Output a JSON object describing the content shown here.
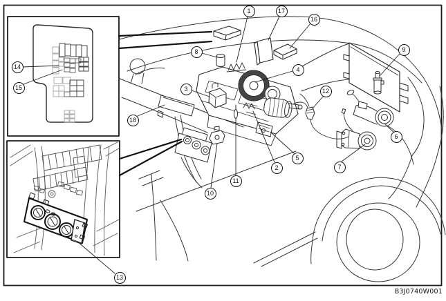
{
  "figure": {
    "code": "B3J0740W001"
  },
  "callouts": [
    {
      "label": "1"
    },
    {
      "label": "2"
    },
    {
      "label": "3"
    },
    {
      "label": "4"
    },
    {
      "label": "5"
    },
    {
      "label": "6"
    },
    {
      "label": "7"
    },
    {
      "label": "8"
    },
    {
      "label": "9"
    },
    {
      "label": "10"
    },
    {
      "label": "11"
    },
    {
      "label": "12"
    },
    {
      "label": "13"
    },
    {
      "label": "14"
    },
    {
      "label": "15"
    },
    {
      "label": "16"
    },
    {
      "label": "17"
    },
    {
      "label": "18"
    }
  ]
}
